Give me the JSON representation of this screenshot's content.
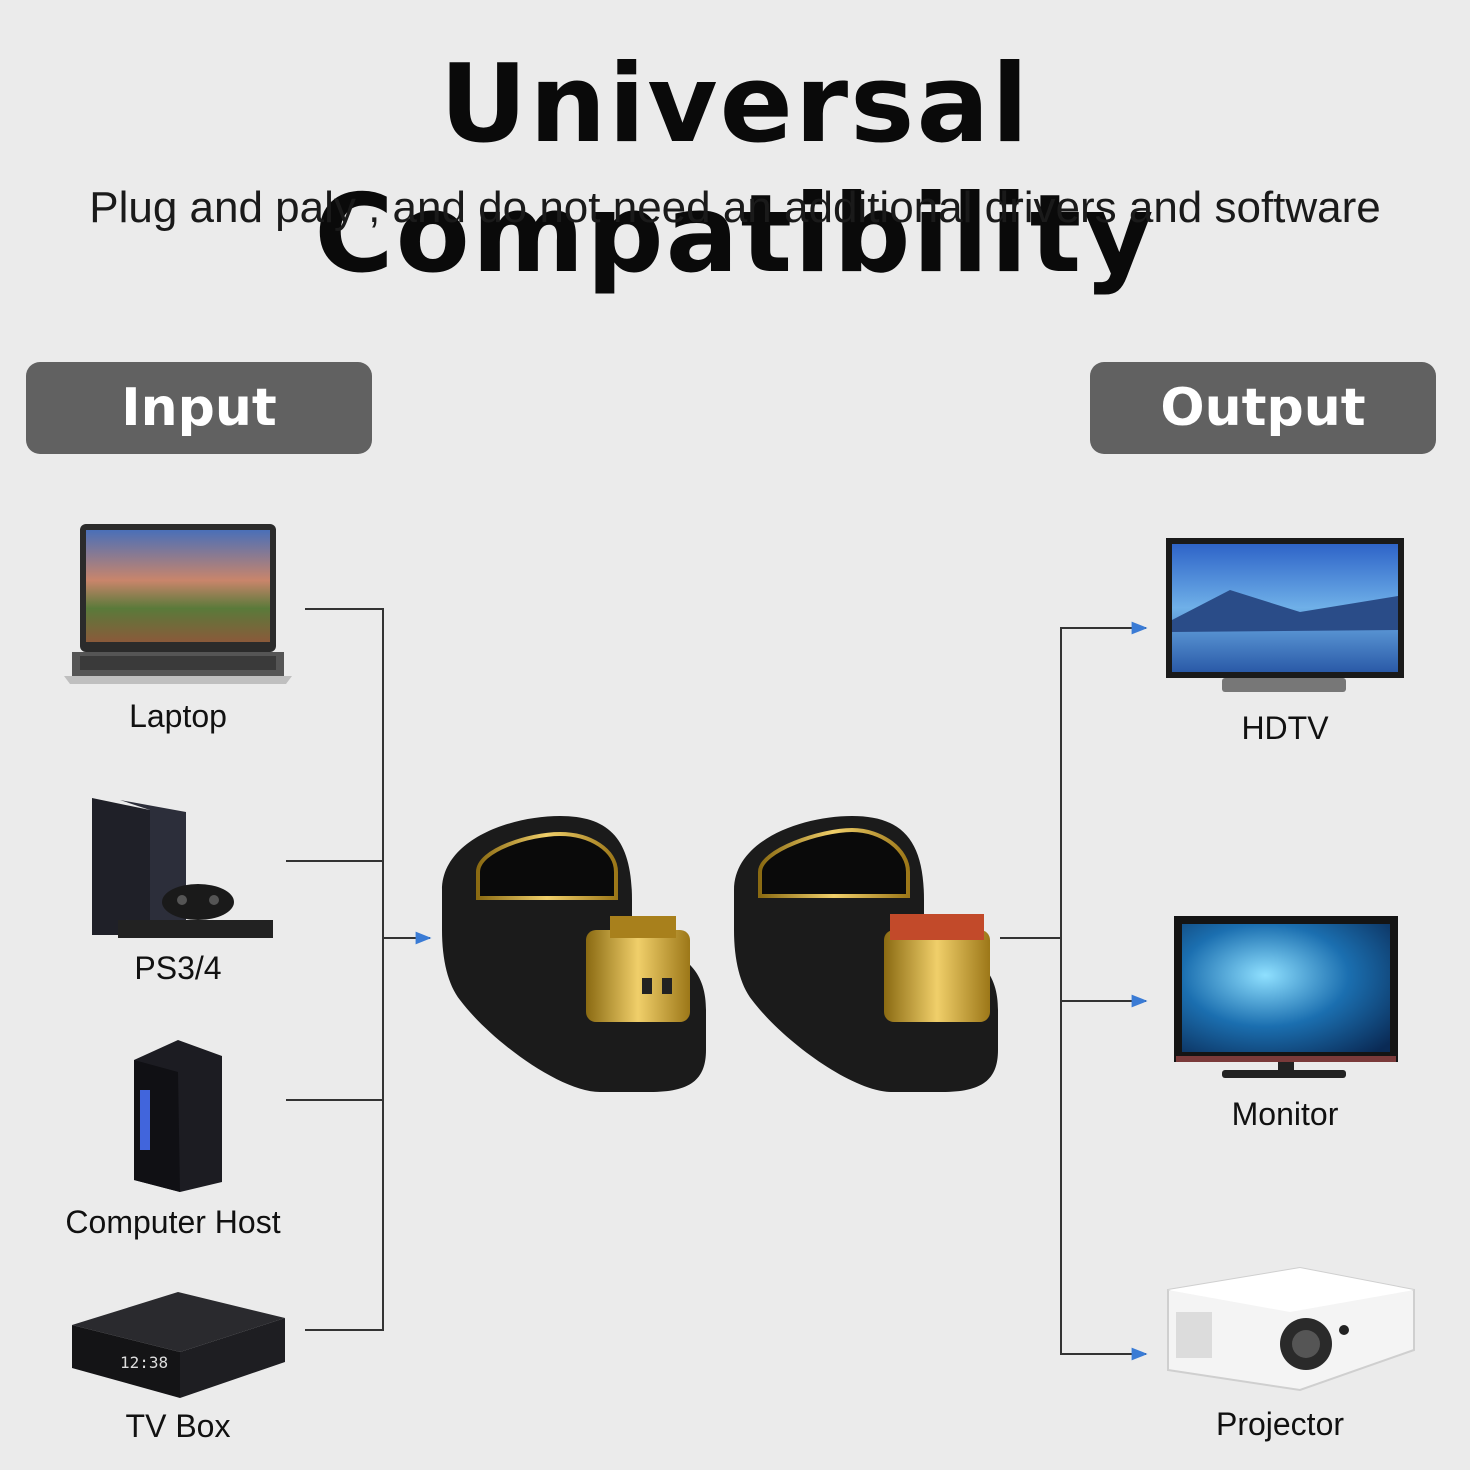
{
  "header": {
    "title": "Universal Compatibility",
    "subtitle": "Plug and paly , and do not need an additional drivers and software"
  },
  "input": {
    "label": "Input",
    "devices": [
      {
        "name": "Laptop",
        "icon": "laptop-icon"
      },
      {
        "name": "PS3/4",
        "icon": "game-console-icon"
      },
      {
        "name": "Computer Host",
        "icon": "desktop-tower-icon"
      },
      {
        "name": "TV Box",
        "icon": "tv-box-icon"
      }
    ]
  },
  "output": {
    "label": "Output",
    "devices": [
      {
        "name": "HDTV",
        "icon": "tv-icon"
      },
      {
        "name": "Monitor",
        "icon": "monitor-icon"
      },
      {
        "name": "Projector",
        "icon": "projector-icon"
      }
    ]
  },
  "product": {
    "icon": "hdmi-adapter-icon"
  },
  "colors": {
    "background": "#ebebeb",
    "pill": "#616161",
    "connector_line": "#333333",
    "arrow": "#3a7bd5",
    "gold": "#c9a227"
  }
}
